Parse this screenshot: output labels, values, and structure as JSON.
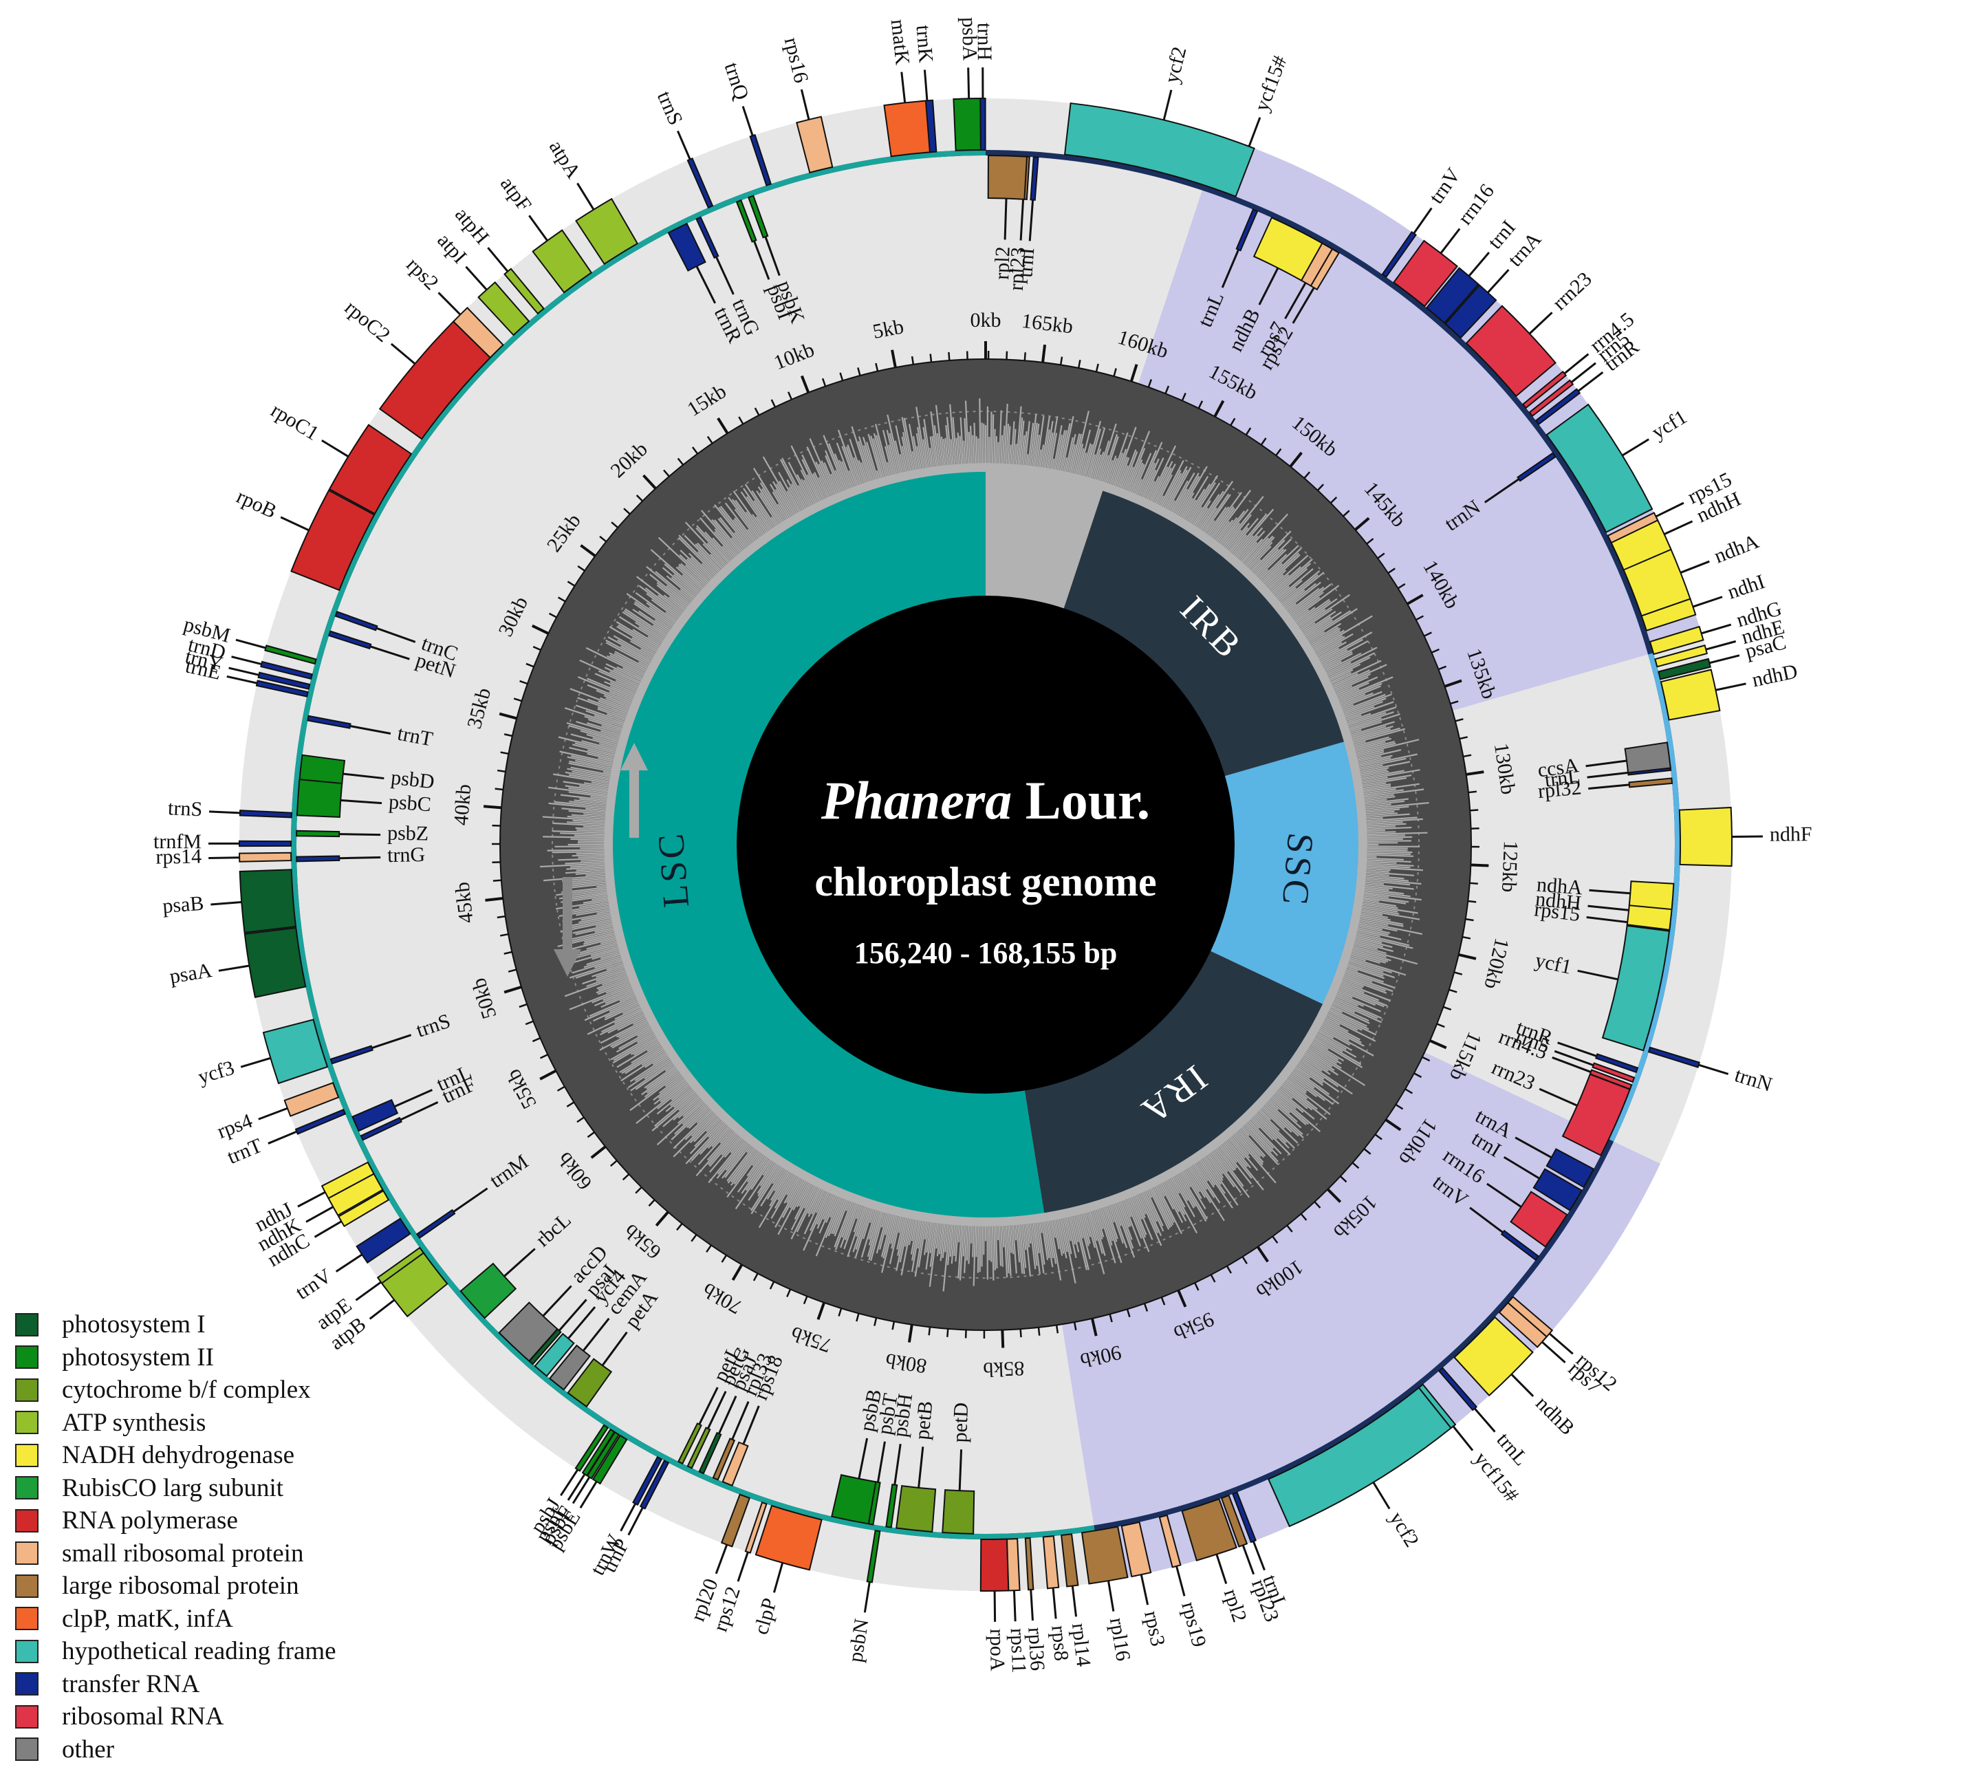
{
  "title": {
    "italic": "Phanera",
    "rest": " Lour."
  },
  "subtitle": "chloroplast genome",
  "size_range": "156,240 - 168,155 bp",
  "regions": [
    {
      "name": "LSC",
      "start": 0,
      "end": 88.3,
      "color": "#00a096",
      "ring": "#e6e6e6"
    },
    {
      "name": "IRA",
      "start": 88.3,
      "end": 114.3,
      "color": "#263642",
      "ring": "#c9c8ea"
    },
    {
      "name": "SSC",
      "start": 114.3,
      "end": 133.6,
      "color": "#5ab4e4",
      "ring": "#e6e6e6"
    },
    {
      "name": "IRB",
      "start": 133.6,
      "end": 159.6,
      "color": "#263642",
      "ring": "#c9c8ea"
    }
  ],
  "axis": {
    "total_kb": 168.155,
    "ticks": [
      0,
      5,
      10,
      15,
      20,
      25,
      30,
      35,
      40,
      45,
      50,
      55,
      60,
      65,
      70,
      75,
      80,
      85,
      90,
      95,
      100,
      105,
      110,
      115,
      120,
      125,
      130,
      135,
      140,
      145,
      150,
      155,
      160,
      165
    ],
    "tick_suffix": "kb"
  },
  "categories": [
    {
      "label": "photosystem I",
      "color": "#0c5e2c"
    },
    {
      "label": "photosystem II",
      "color": "#0b8c16"
    },
    {
      "label": "cytochrome b/f complex",
      "color": "#6e9a1e"
    },
    {
      "label": "ATP synthesis",
      "color": "#94c02c"
    },
    {
      "label": "NADH dehydrogenase",
      "color": "#f5ea3a"
    },
    {
      "label": "RubisCO larg subunit",
      "color": "#1c9e3a"
    },
    {
      "label": "RNA polymerase",
      "color": "#d22a2a"
    },
    {
      "label": "small ribosomal protein",
      "color": "#f2b585"
    },
    {
      "label": "large ribosomal protein",
      "color": "#a8783e"
    },
    {
      "label": "clpP, matK, infA",
      "color": "#f2642a"
    },
    {
      "label": "hypothetical reading frame",
      "color": "#3abcb0"
    },
    {
      "label": "transfer RNA",
      "color": "#102a92"
    },
    {
      "label": "ribosomal RNA",
      "color": "#e03548"
    },
    {
      "label": "other",
      "color": "#808080"
    }
  ],
  "genes": [
    {
      "n": "psbA",
      "p": 0.6,
      "w": 1.1,
      "s": "o",
      "c": 1
    },
    {
      "n": "trnH",
      "p": 0.1,
      "w": 0.1,
      "s": "o",
      "c": 11
    },
    {
      "n": "trnK",
      "p": 2.1,
      "w": 0.4,
      "s": "o",
      "c": 11
    },
    {
      "n": "matK",
      "p": 2.9,
      "w": 1.5,
      "s": "o",
      "c": 9
    },
    {
      "n": "rps16",
      "p": 6.4,
      "w": 0.9,
      "s": "o",
      "c": 7
    },
    {
      "n": "trnQ",
      "p": 8.5,
      "w": 0.1,
      "s": "o",
      "c": 11
    },
    {
      "n": "psbK",
      "p": 9.3,
      "w": 0.2,
      "s": "i",
      "c": 1
    },
    {
      "n": "psbI",
      "p": 9.8,
      "w": 0.1,
      "s": "i",
      "c": 1
    },
    {
      "n": "trnS",
      "p": 10.9,
      "w": 0.1,
      "s": "o",
      "c": 11
    },
    {
      "n": "trnG",
      "p": 11.5,
      "w": 0.1,
      "s": "i",
      "c": 11
    },
    {
      "n": "trnR",
      "p": 12.4,
      "w": 0.8,
      "s": "i",
      "c": 11
    },
    {
      "n": "atpA",
      "p": 14.8,
      "w": 1.5,
      "s": "o",
      "c": 3
    },
    {
      "n": "atpF",
      "p": 16.8,
      "w": 1.3,
      "s": "o",
      "c": 3
    },
    {
      "n": "atpH",
      "p": 18.6,
      "w": 0.3,
      "s": "o",
      "c": 3
    },
    {
      "n": "atpI",
      "p": 19.6,
      "w": 0.8,
      "s": "o",
      "c": 3
    },
    {
      "n": "rps2",
      "p": 20.9,
      "w": 0.7,
      "s": "o",
      "c": 7
    },
    {
      "n": "rpoC2",
      "p": 23.3,
      "w": 4.1,
      "s": "o",
      "c": 6
    },
    {
      "n": "rpoC1",
      "p": 27.4,
      "w": 2.7,
      "s": "o",
      "c": 6
    },
    {
      "n": "rpoB",
      "p": 30.4,
      "w": 3.2,
      "s": "o",
      "c": 6
    },
    {
      "n": "trnC",
      "p": 32.9,
      "w": 0.1,
      "s": "i",
      "c": 11
    },
    {
      "n": "petN",
      "p": 33.7,
      "w": 0.1,
      "s": "i",
      "c": 11
    },
    {
      "n": "psbM",
      "p": 34.9,
      "w": 0.1,
      "s": "o",
      "c": 1
    },
    {
      "n": "trnD",
      "p": 35.5,
      "w": 0.1,
      "s": "o",
      "c": 11
    },
    {
      "n": "trnY",
      "p": 35.9,
      "w": 0.1,
      "s": "o",
      "c": 11
    },
    {
      "n": "trnE",
      "p": 36.2,
      "w": 0.1,
      "s": "o",
      "c": 11
    },
    {
      "n": "trnT",
      "p": 37.1,
      "w": 0.1,
      "s": "i",
      "c": 11
    },
    {
      "n": "psbD",
      "p": 39.1,
      "w": 1.1,
      "s": "i",
      "c": 1
    },
    {
      "n": "psbC",
      "p": 40.2,
      "w": 1.4,
      "s": "i",
      "c": 1
    },
    {
      "n": "psbZ",
      "p": 41.6,
      "w": 0.2,
      "s": "i",
      "c": 1
    },
    {
      "n": "trnS",
      "p": 40.9,
      "w": 0.1,
      "s": "o",
      "c": 11
    },
    {
      "n": "trnG",
      "p": 42.6,
      "w": 0.1,
      "s": "i",
      "c": 11
    },
    {
      "n": "trnfM",
      "p": 42.0,
      "w": 0.1,
      "s": "o",
      "c": 11
    },
    {
      "n": "rps14",
      "p": 42.5,
      "w": 0.3,
      "s": "o",
      "c": 7
    },
    {
      "n": "psaB",
      "p": 44.1,
      "w": 2.2,
      "s": "o",
      "c": 0
    },
    {
      "n": "psaA",
      "p": 46.4,
      "w": 2.3,
      "s": "o",
      "c": 0
    },
    {
      "n": "ycf3",
      "p": 49.8,
      "w": 1.9,
      "s": "o",
      "c": 10
    },
    {
      "n": "trnS",
      "p": 50.6,
      "w": 0.1,
      "s": "i",
      "c": 11
    },
    {
      "n": "rps4",
      "p": 51.7,
      "w": 0.6,
      "s": "o",
      "c": 7
    },
    {
      "n": "trnT",
      "p": 52.6,
      "w": 0.1,
      "s": "o",
      "c": 11
    },
    {
      "n": "trnL",
      "p": 53.2,
      "w": 0.6,
      "s": "i",
      "c": 11
    },
    {
      "n": "trnF",
      "p": 53.8,
      "w": 0.1,
      "s": "i",
      "c": 11
    },
    {
      "n": "ndhJ",
      "p": 55.0,
      "w": 0.5,
      "s": "o",
      "c": 4
    },
    {
      "n": "ndhK",
      "p": 55.6,
      "w": 0.7,
      "s": "o",
      "c": 4
    },
    {
      "n": "ndhC",
      "p": 56.2,
      "w": 0.4,
      "s": "o",
      "c": 4
    },
    {
      "n": "trnV",
      "p": 57.6,
      "w": 0.7,
      "s": "o",
      "c": 11
    },
    {
      "n": "trnM",
      "p": 58.2,
      "w": 0.1,
      "s": "i",
      "c": 11
    },
    {
      "n": "atpE",
      "p": 58.8,
      "w": 0.4,
      "s": "o",
      "c": 3
    },
    {
      "n": "atpB",
      "p": 59.6,
      "w": 1.5,
      "s": "o",
      "c": 3
    },
    {
      "n": "rbcL",
      "p": 61.6,
      "w": 1.4,
      "s": "i",
      "c": 5
    },
    {
      "n": "accD",
      "p": 63.9,
      "w": 1.6,
      "s": "i",
      "c": 13
    },
    {
      "n": "psaI",
      "p": 64.8,
      "w": 0.1,
      "s": "i",
      "c": 0
    },
    {
      "n": "ycf4",
      "p": 65.3,
      "w": 0.6,
      "s": "i",
      "c": 10
    },
    {
      "n": "cemA",
      "p": 66.1,
      "w": 0.7,
      "s": "i",
      "c": 13
    },
    {
      "n": "petA",
      "p": 67.1,
      "w": 0.9,
      "s": "i",
      "c": 2
    },
    {
      "n": "psbJ",
      "p": 68.6,
      "w": 0.1,
      "s": "o",
      "c": 1
    },
    {
      "n": "psbL",
      "p": 68.9,
      "w": 0.1,
      "s": "o",
      "c": 1
    },
    {
      "n": "psbF",
      "p": 69.1,
      "w": 0.1,
      "s": "o",
      "c": 1
    },
    {
      "n": "psbE",
      "p": 69.4,
      "w": 0.3,
      "s": "o",
      "c": 1
    },
    {
      "n": "trnW",
      "p": 71.0,
      "w": 0.1,
      "s": "o",
      "c": 11
    },
    {
      "n": "trnP",
      "p": 71.3,
      "w": 0.1,
      "s": "o",
      "c": 11
    },
    {
      "n": "petL",
      "p": 71.8,
      "w": 0.1,
      "s": "i",
      "c": 2
    },
    {
      "n": "petG",
      "p": 72.2,
      "w": 0.1,
      "s": "i",
      "c": 2
    },
    {
      "n": "psaJ",
      "p": 72.7,
      "w": 0.1,
      "s": "i",
      "c": 0
    },
    {
      "n": "rpl33",
      "p": 73.3,
      "w": 0.2,
      "s": "i",
      "c": 8
    },
    {
      "n": "rps18",
      "p": 73.8,
      "w": 0.4,
      "s": "i",
      "c": 7
    },
    {
      "n": "rpl20",
      "p": 74.6,
      "w": 0.4,
      "s": "o",
      "c": 8
    },
    {
      "n": "rps12",
      "p": 75.4,
      "w": 0.1,
      "s": "o",
      "c": 7
    },
    {
      "n": "clpP",
      "p": 76.7,
      "w": 2.0,
      "s": "o",
      "c": 9
    },
    {
      "n": "psbB",
      "p": 78.8,
      "w": 1.5,
      "s": "i",
      "c": 1
    },
    {
      "n": "psbT",
      "p": 79.6,
      "w": 0.1,
      "s": "i",
      "c": 1
    },
    {
      "n": "psbN",
      "p": 79.9,
      "w": 0.1,
      "s": "o",
      "c": 1
    },
    {
      "n": "psbH",
      "p": 80.3,
      "w": 0.2,
      "s": "i",
      "c": 1
    },
    {
      "n": "petB",
      "p": 81.3,
      "w": 1.4,
      "s": "i",
      "c": 2
    },
    {
      "n": "petD",
      "p": 83.0,
      "w": 1.2,
      "s": "i",
      "c": 2
    },
    {
      "n": "rpoA",
      "p": 84.4,
      "w": 1.0,
      "s": "o",
      "c": 6
    },
    {
      "n": "rps11",
      "p": 85.1,
      "w": 0.4,
      "s": "o",
      "c": 7
    },
    {
      "n": "rpl36",
      "p": 85.7,
      "w": 0.1,
      "s": "o",
      "c": 8
    },
    {
      "n": "rps8",
      "p": 86.5,
      "w": 0.4,
      "s": "o",
      "c": 7
    },
    {
      "n": "rpl14",
      "p": 87.2,
      "w": 0.4,
      "s": "o",
      "c": 8
    },
    {
      "n": "rpl16",
      "p": 88.5,
      "w": 1.4,
      "s": "o",
      "c": 8
    },
    {
      "n": "rps3",
      "p": 89.7,
      "w": 0.7,
      "s": "o",
      "c": 7
    },
    {
      "n": "rps19",
      "p": 91.0,
      "w": 0.3,
      "s": "o",
      "c": 7
    },
    {
      "n": "rpl2",
      "p": 92.5,
      "w": 1.5,
      "s": "o",
      "c": 8
    },
    {
      "n": "rpl23",
      "p": 93.5,
      "w": 0.3,
      "s": "o",
      "c": 8
    },
    {
      "n": "trnI",
      "p": 93.9,
      "w": 0.1,
      "s": "o",
      "c": 11
    },
    {
      "n": "ycf2",
      "p": 98.7,
      "w": 6.8,
      "s": "o",
      "c": 10
    },
    {
      "n": "ycf15#",
      "p": 102.2,
      "w": 0.2,
      "s": "o",
      "c": 10
    },
    {
      "n": "trnL",
      "p": 103.2,
      "w": 0.1,
      "s": "o",
      "c": 11
    },
    {
      "n": "ndhB",
      "p": 105.0,
      "w": 2.2,
      "s": "o",
      "c": 4
    },
    {
      "n": "rps7",
      "p": 106.6,
      "w": 0.5,
      "s": "o",
      "c": 7
    },
    {
      "n": "rps12",
      "p": 107.0,
      "w": 0.3,
      "s": "o",
      "c": 7
    },
    {
      "n": "trnV",
      "p": 108.9,
      "w": 0.1,
      "s": "i",
      "c": 11
    },
    {
      "n": "rrn16",
      "p": 110.2,
      "w": 1.5,
      "s": "i",
      "c": 12
    },
    {
      "n": "trnI",
      "p": 111.6,
      "w": 0.9,
      "s": "i",
      "c": 11
    },
    {
      "n": "trnA",
      "p": 112.6,
      "w": 0.8,
      "s": "i",
      "c": 11
    },
    {
      "n": "rrn23",
      "p": 115.0,
      "w": 2.8,
      "s": "i",
      "c": 12
    },
    {
      "n": "rrn4.5",
      "p": 116.5,
      "w": 0.1,
      "s": "i",
      "c": 12
    },
    {
      "n": "rrn5",
      "p": 116.8,
      "w": 0.1,
      "s": "i",
      "c": 12
    },
    {
      "n": "trnR",
      "p": 117.2,
      "w": 0.1,
      "s": "i",
      "c": 11
    },
    {
      "n": "trnN",
      "p": 118.1,
      "w": 0.1,
      "s": "o",
      "c": 11
    },
    {
      "n": "ycf1",
      "p": 120.5,
      "w": 5.0,
      "s": "i",
      "c": 10
    },
    {
      "n": "rps15",
      "p": 122.9,
      "w": 0.3,
      "s": "i",
      "c": 7
    },
    {
      "n": "ndhH",
      "p": 123.4,
      "w": 1.2,
      "s": "i",
      "c": 4
    },
    {
      "n": "ndhA",
      "p": 124.1,
      "w": 1.0,
      "s": "i",
      "c": 4
    },
    {
      "n": "ndhF",
      "p": 126.4,
      "w": 2.1,
      "s": "o",
      "c": 4
    },
    {
      "n": "rpl32",
      "p": 128.6,
      "w": 0.2,
      "s": "i",
      "c": 8
    },
    {
      "n": "trnL",
      "p": 129.1,
      "w": 0.1,
      "s": "i",
      "c": 11
    },
    {
      "n": "ccsA",
      "p": 129.6,
      "w": 1.0,
      "s": "i",
      "c": 13
    },
    {
      "n": "ndhD",
      "p": 131.7,
      "w": 1.5,
      "s": "o",
      "c": 4
    },
    {
      "n": "psaC",
      "p": 132.7,
      "w": 0.3,
      "s": "o",
      "c": 0
    },
    {
      "n": "ndhE",
      "p": 133.2,
      "w": 0.3,
      "s": "o",
      "c": 4
    },
    {
      "n": "ndhG",
      "p": 133.8,
      "w": 0.5,
      "s": "o",
      "c": 4
    },
    {
      "n": "ndhI",
      "p": 134.8,
      "w": 0.6,
      "s": "o",
      "c": 4
    },
    {
      "n": "ndhA",
      "p": 136.1,
      "w": 2.0,
      "s": "o",
      "c": 4
    },
    {
      "n": "ndhH",
      "p": 137.6,
      "w": 1.2,
      "s": "o",
      "c": 4
    },
    {
      "n": "rps15",
      "p": 138.3,
      "w": 0.3,
      "s": "o",
      "c": 7
    },
    {
      "n": "ycf1",
      "p": 140.8,
      "w": 4.4,
      "s": "o",
      "c": 10
    },
    {
      "n": "trnN",
      "p": 142.2,
      "w": 0.1,
      "s": "i",
      "c": 11
    },
    {
      "n": "trnR",
      "p": 143.6,
      "w": 0.1,
      "s": "o",
      "c": 11
    },
    {
      "n": "rrn5",
      "p": 144.0,
      "w": 0.1,
      "s": "o",
      "c": 12
    },
    {
      "n": "rrn4.5",
      "p": 144.4,
      "w": 0.1,
      "s": "o",
      "c": 12
    },
    {
      "n": "rrn23",
      "p": 146.3,
      "w": 2.8,
      "s": "o",
      "c": 12
    },
    {
      "n": "trnA",
      "p": 148.4,
      "w": 0.8,
      "s": "o",
      "c": 11
    },
    {
      "n": "trnI",
      "p": 149.3,
      "w": 0.9,
      "s": "o",
      "c": 11
    },
    {
      "n": "rrn16",
      "p": 150.6,
      "w": 1.5,
      "s": "o",
      "c": 12
    },
    {
      "n": "trnV",
      "p": 151.8,
      "w": 0.1,
      "s": "o",
      "c": 11
    },
    {
      "n": "rps12",
      "p": 153.9,
      "w": 0.3,
      "s": "i",
      "c": 7
    },
    {
      "n": "rps7",
      "p": 154.3,
      "w": 0.5,
      "s": "i",
      "c": 7
    },
    {
      "n": "ndhB",
      "p": 155.6,
      "w": 2.2,
      "s": "i",
      "c": 4
    },
    {
      "n": "trnL",
      "p": 157.4,
      "w": 0.1,
      "s": "i",
      "c": 11
    },
    {
      "n": "ycf15#",
      "p": 158.5,
      "w": 0.2,
      "s": "o",
      "c": 10
    },
    {
      "n": "ycf2",
      "p": 161.7,
      "w": 6.8,
      "s": "o",
      "c": 10
    },
    {
      "n": "trnI",
      "p": 166.2,
      "w": 0.1,
      "s": "i",
      "c": 11
    },
    {
      "n": "rpl23",
      "p": 166.6,
      "w": 0.3,
      "s": "i",
      "c": 8
    },
    {
      "n": "rpl2",
      "p": 167.3,
      "w": 1.5,
      "s": "i",
      "c": 8
    }
  ]
}
